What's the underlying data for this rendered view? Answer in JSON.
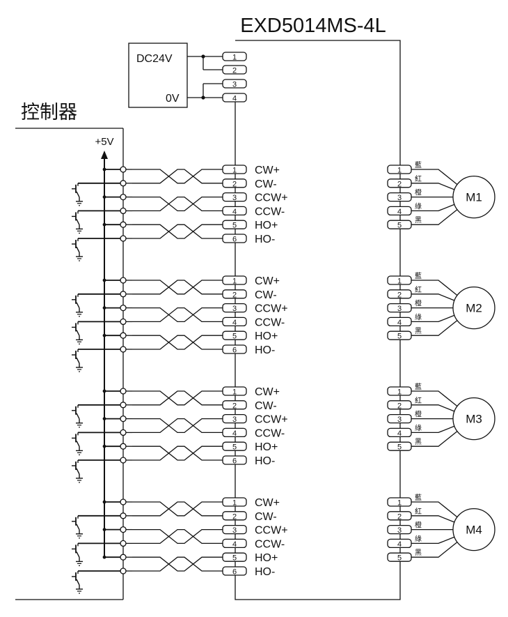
{
  "title": "EXD5014MS-4L",
  "controller_label": "控制器",
  "supply": {
    "label_24v": "DC24V",
    "label_0v": "0V",
    "pins": [
      "1",
      "2",
      "3",
      "4"
    ]
  },
  "vcc_label": "+5V",
  "channel_pins": [
    "1",
    "2",
    "3",
    "4",
    "5",
    "6"
  ],
  "signals": [
    "CW+",
    "CW-",
    "CCW+",
    "CCW-",
    "HO+",
    "HO-"
  ],
  "motor_pins": [
    "1",
    "2",
    "3",
    "4",
    "5"
  ],
  "wire_colors": [
    "藍",
    "紅",
    "橙",
    "綠",
    "黑"
  ],
  "motors": [
    "M1",
    "M2",
    "M3",
    "M4"
  ]
}
